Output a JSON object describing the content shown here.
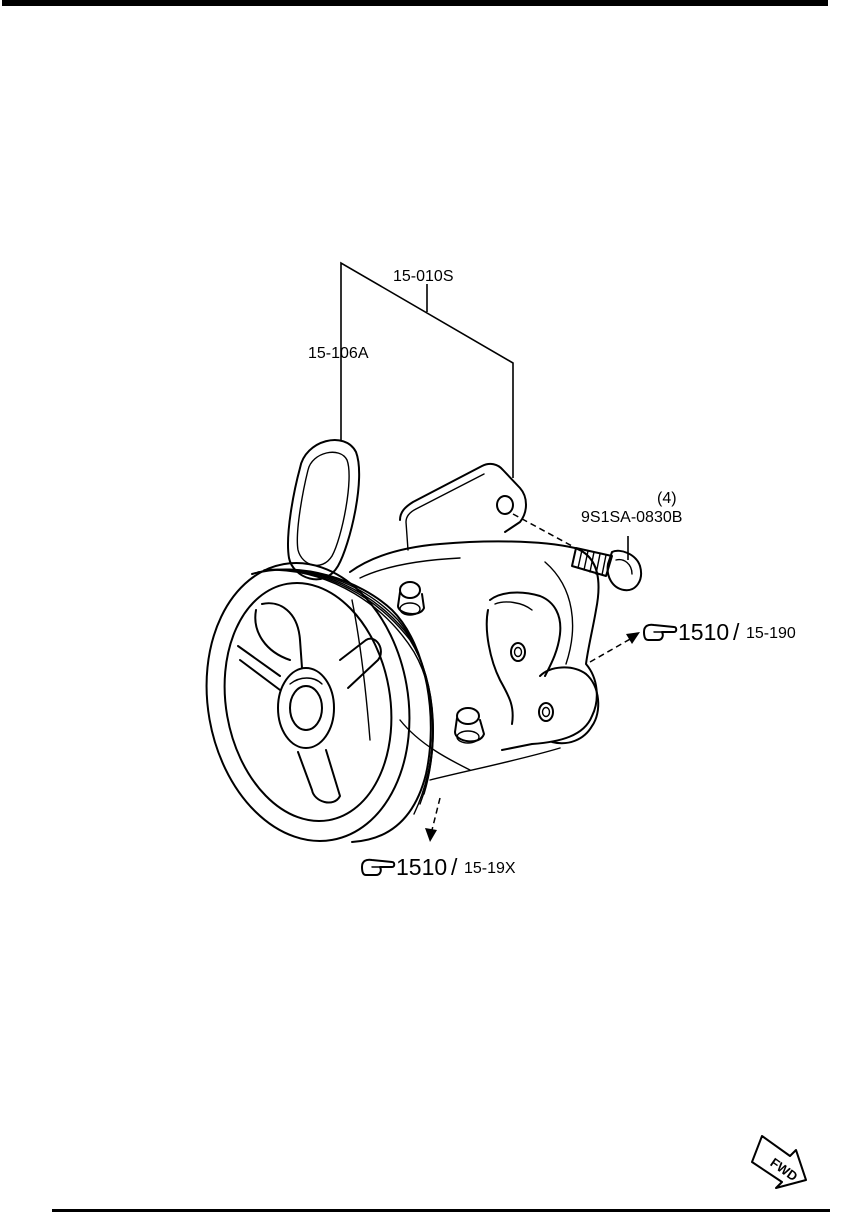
{
  "labels": {
    "assembly": "15-010S",
    "oring": "15-106A",
    "bolt_part": "9S1SA-0830B",
    "bolt_qty": "(4)",
    "fwd": "FWD"
  },
  "refs": {
    "right": {
      "main": "1510",
      "sep": "/",
      "sub": "15-190",
      "icon": "pointing-hand-icon"
    },
    "bottom": {
      "main": "1510",
      "sep": "/",
      "sub": "15-19X",
      "icon": "pointing-hand-icon"
    }
  },
  "colors": {
    "line": "#000000",
    "background": "#ffffff"
  }
}
